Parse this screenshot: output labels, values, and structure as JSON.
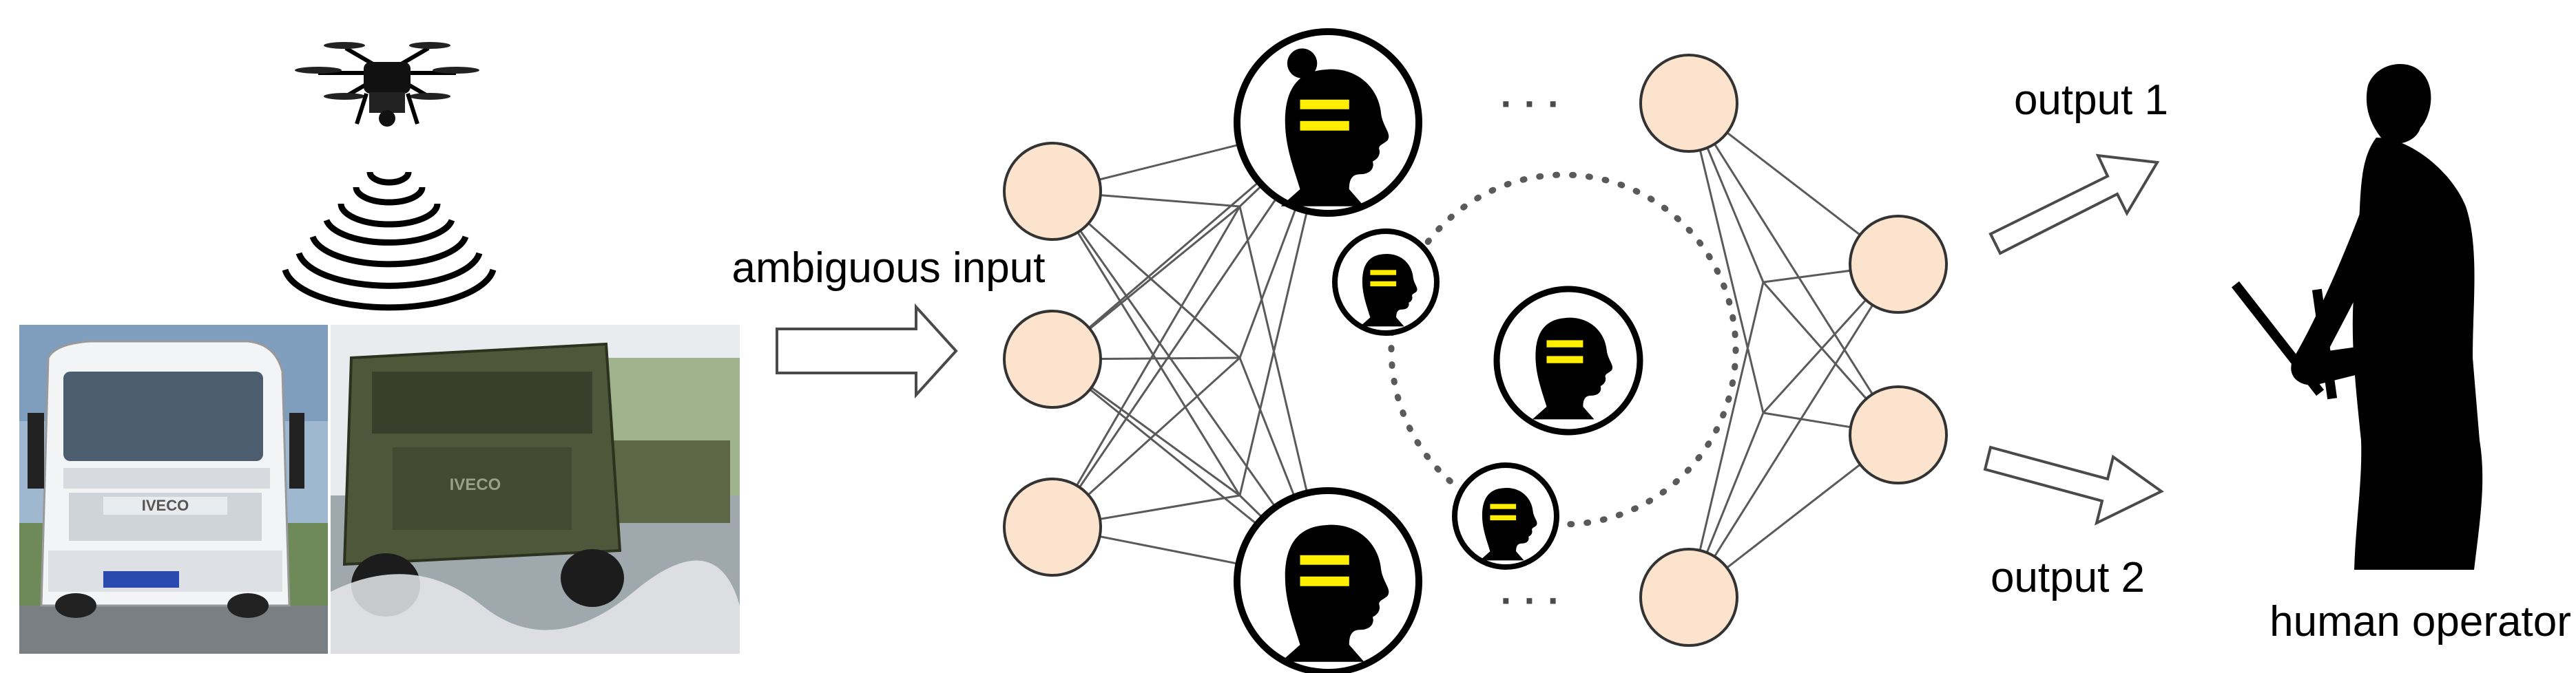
{
  "labels": {
    "input": "ambiguous input",
    "output_1": "output 1",
    "output_2": "output 2",
    "operator": "human operator"
  },
  "photo_badges": {
    "truck_left_grille": "IVECO",
    "truck_right_grille": "IVECO"
  },
  "icons": {
    "drone": "drone-icon",
    "signal": "signal-waves-icon",
    "truck_civil": "civil-truck-photo",
    "truck_military": "military-truck-photo",
    "input_arrow": "hollow-arrow-icon",
    "expert": "human-head-icon",
    "operator": "operator-silhouette-icon"
  },
  "colors": {
    "node_fill": "#fbe3cd",
    "node_stroke": "#333333",
    "edge": "#5a5a5a",
    "head": "#000000",
    "head_bars": "#ffee00",
    "dots": "#5a5a5a"
  },
  "ellipsis": "· · ·"
}
